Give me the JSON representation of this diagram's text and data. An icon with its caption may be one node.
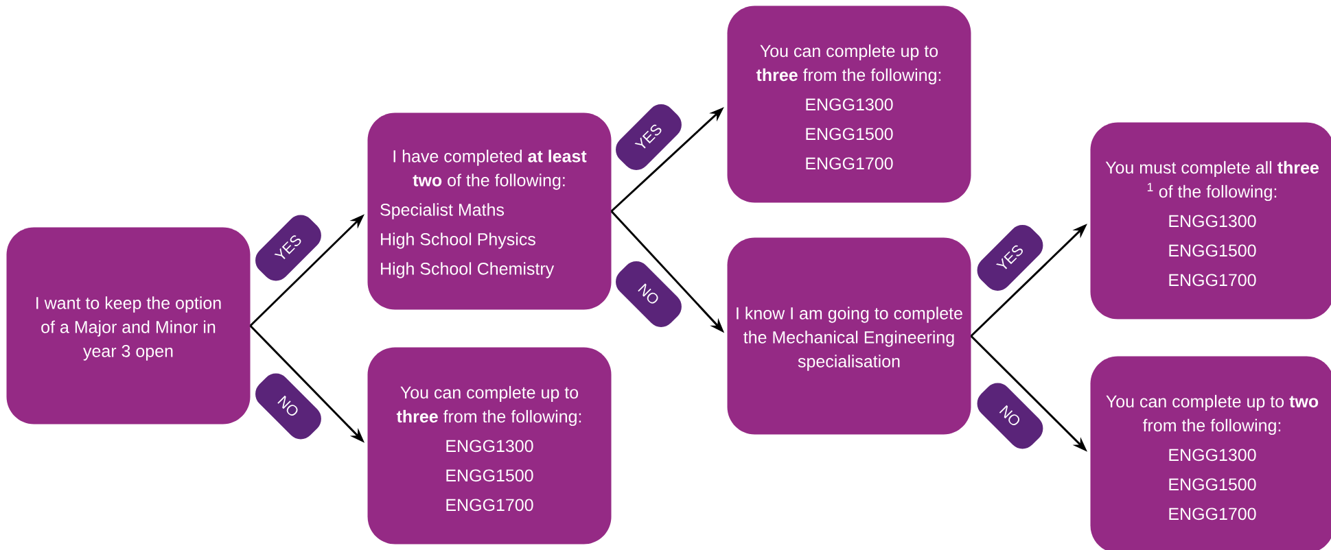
{
  "diagram": {
    "nodes": [
      {
        "text": [
          "I want to keep the option of a Major and Minor in year 3 open"
        ]
      },
      {
        "text": [
          "I have completed **at least two** of the following:",
          "Specialist Maths",
          "High School Physics",
          "High School Chemistry"
        ]
      },
      {
        "text": [
          "You can complete up to **three** from the following:",
          "ENGG1300",
          "ENGG1500",
          "ENGG1700"
        ]
      },
      {
        "text": [
          "You can complete up to **three** from the following:",
          "ENGG1300",
          "ENGG1500",
          "ENGG1700"
        ]
      },
      {
        "text": [
          "I know I am going to complete the Mechanical Engineering specialisation"
        ]
      },
      {
        "text": [
          "You must complete all **three** $^{1}$ of the following:",
          "ENGG1300",
          "ENGG1500",
          "ENGG1700"
        ]
      },
      {
        "text": [
          "You can complete up to **two** from the following:",
          "ENGG1300",
          "ENGG1500",
          "ENGG1700"
        ]
      }
    ],
    "edges": [
      {
        "from": 0,
        "to": 1,
        "arrow": "to",
        "label": "YES"
      },
      {
        "from": 0,
        "to": 2,
        "arrow": "to",
        "label": "NO"
      },
      {
        "from": 1,
        "to": 3,
        "arrow": "to",
        "label": "YES"
      },
      {
        "from": 1,
        "to": 4,
        "arrow": "to",
        "label": "NO"
      },
      {
        "from": 4,
        "to": 5,
        "arrow": "to",
        "label": "YES"
      },
      {
        "from": 4,
        "to": 6,
        "arrow": "to",
        "label": "NO"
      }
    ]
  }
}
